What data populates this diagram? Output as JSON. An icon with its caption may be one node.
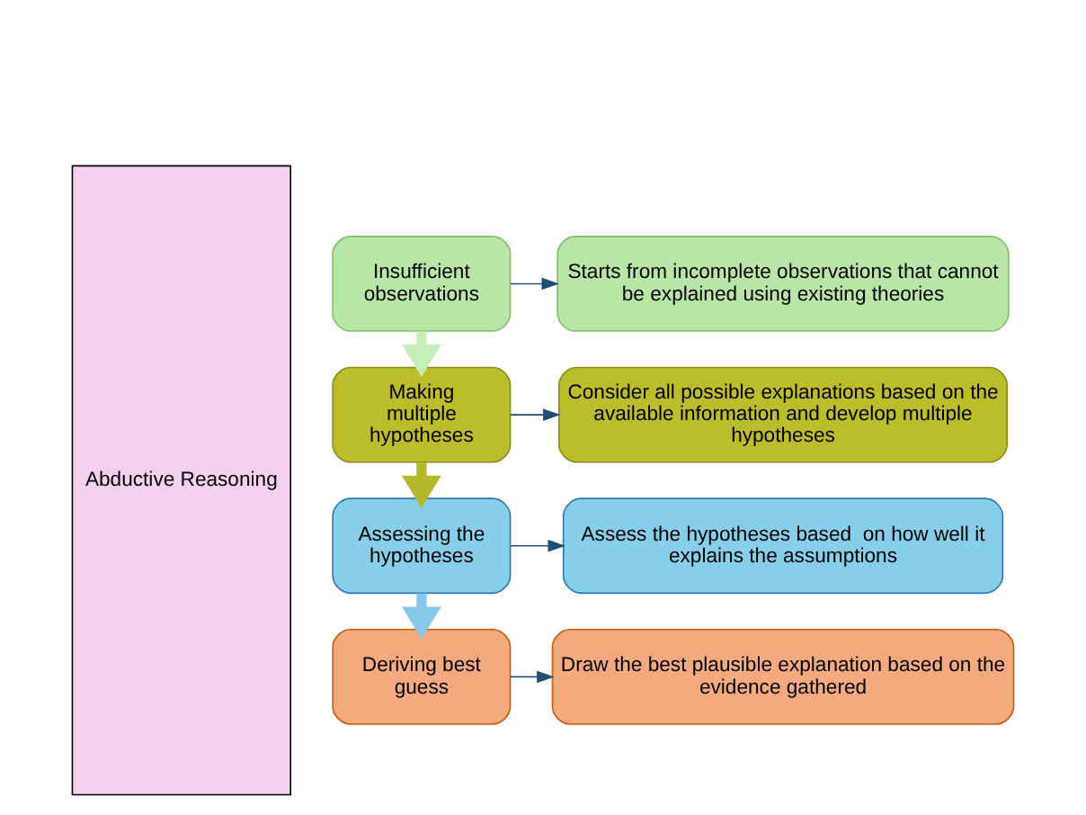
{
  "diagram": {
    "nodes": [
      {
        "text": [
          "Abductive Reasoning"
        ]
      },
      {
        "text": [
          "Insufficient observations"
        ]
      },
      {
        "text": [
          "Starts from incomplete observations that cannot be explained using existing theories"
        ]
      },
      {
        "text": [
          "Making multiple hypotheses"
        ]
      },
      {
        "text": [
          "Consider all possible explanations based on the available information and develop multiple hypotheses"
        ]
      },
      {
        "text": [
          "Assessing the hypotheses"
        ]
      },
      {
        "text": [
          "Assess the hypotheses based  on how well it explains the assumptions"
        ]
      },
      {
        "text": [
          "Deriving best guess"
        ]
      },
      {
        "text": [
          "Draw the best plausible explanation based on the evidence gathered"
        ]
      }
    ],
    "edges": [
      {
        "from": 1,
        "to": 2,
        "arrow": "to"
      },
      {
        "from": 1,
        "to": 3,
        "arrow": "to",
        "style": "thick",
        "color": "#c6efb8"
      },
      {
        "from": 3,
        "to": 4,
        "arrow": "to"
      },
      {
        "from": 3,
        "to": 5,
        "arrow": "to",
        "style": "thick",
        "color": "#b5b82a"
      },
      {
        "from": 5,
        "to": 6,
        "arrow": "to"
      },
      {
        "from": 5,
        "to": 7,
        "arrow": "to",
        "style": "thick",
        "color": "#87c8ea"
      },
      {
        "from": 7,
        "to": 8,
        "arrow": "to"
      }
    ]
  }
}
